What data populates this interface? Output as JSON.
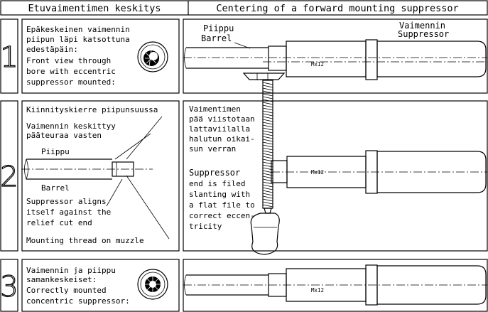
{
  "header": {
    "left_title": "Etuvaimentimen keskitys",
    "right_title": "Centering of a forward mounting suppressor"
  },
  "steps": [
    {
      "number": "1",
      "lines": [
        "Epäkeskeinen vaimennin",
        "piipun läpi katsottuna",
        "edestäpäin:",
        "Front view through",
        "bore with eccentric",
        "suppressor mounted:"
      ],
      "barrel_fi": "Piippu",
      "barrel_en": "Barrel",
      "suppressor_fi": "Vaimennin",
      "suppressor_en": "Suppressor",
      "thread": "Mx12"
    },
    {
      "number": "2",
      "thread_label": "Kiinnityskierre piipunsuussa",
      "align_fi": [
        "Vaimennin keskittyy",
        "pääteuraa vasten"
      ],
      "barrel_fi": "Piippu",
      "barrel_en": "Barrel",
      "align_en": [
        "Suppressor aligns",
        "itself against the",
        "relief cut end"
      ],
      "thread_en": "Mounting thread on muzzle",
      "file_fi": [
        "Vaimentimen",
        "pää viistotaan",
        "lattaviilalla",
        "halutun oikai-",
        "sun verran"
      ],
      "file_en": [
        "Suppressor",
        "end is filed",
        "slanting with",
        "a flat file to",
        "correct eccen-",
        "tricity"
      ],
      "thread": "Mx12"
    },
    {
      "number": "3",
      "lines": [
        "Vaimennin ja piippu",
        "samankeskeiset:",
        "Correctly mounted",
        "concentric suppressor:"
      ],
      "thread": "Mx12"
    }
  ]
}
